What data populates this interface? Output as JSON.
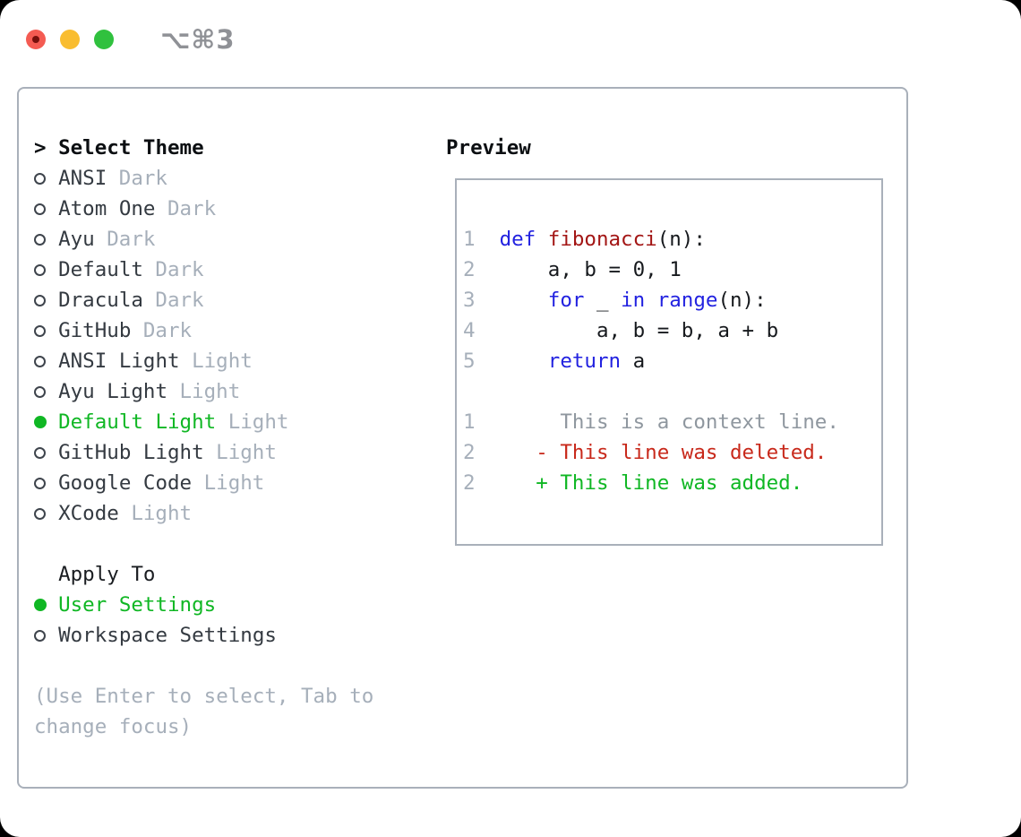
{
  "window": {
    "shortcut": "⌥⌘3"
  },
  "theme_menu": {
    "prompt": ">",
    "title": "Select Theme",
    "items": [
      {
        "name": "ANSI",
        "variant": "Dark",
        "selected": false
      },
      {
        "name": "Atom One",
        "variant": "Dark",
        "selected": false
      },
      {
        "name": "Ayu",
        "variant": "Dark",
        "selected": false
      },
      {
        "name": "Default",
        "variant": "Dark",
        "selected": false
      },
      {
        "name": "Dracula",
        "variant": "Dark",
        "selected": false
      },
      {
        "name": "GitHub",
        "variant": "Dark",
        "selected": false
      },
      {
        "name": "ANSI Light",
        "variant": "Light",
        "selected": false
      },
      {
        "name": "Ayu Light",
        "variant": "Light",
        "selected": false
      },
      {
        "name": "Default Light",
        "variant": "Light",
        "selected": true
      },
      {
        "name": "GitHub Light",
        "variant": "Light",
        "selected": false
      },
      {
        "name": "Google Code",
        "variant": "Light",
        "selected": false
      },
      {
        "name": "XCode",
        "variant": "Light",
        "selected": false
      }
    ]
  },
  "apply_to": {
    "title": "Apply To",
    "options": [
      {
        "label": "User Settings",
        "selected": true
      },
      {
        "label": "Workspace Settings",
        "selected": false
      }
    ]
  },
  "help": {
    "line1": "(Use Enter to select, Tab to",
    "line2": "change focus)"
  },
  "preview": {
    "title": "Preview",
    "lines": [
      {
        "num": "1",
        "seg": [
          {
            "t": "def",
            "c": "kw"
          },
          {
            "t": " ",
            "c": "tx"
          },
          {
            "t": "fibonacci",
            "c": "fn"
          },
          {
            "t": "(n):",
            "c": "tx"
          }
        ]
      },
      {
        "num": "2",
        "seg": [
          {
            "t": "    a, b = 0, 1",
            "c": "tx"
          }
        ]
      },
      {
        "num": "3",
        "seg": [
          {
            "t": "    ",
            "c": "tx"
          },
          {
            "t": "for",
            "c": "kw"
          },
          {
            "t": " _ ",
            "c": "tx"
          },
          {
            "t": "in",
            "c": "kw"
          },
          {
            "t": " ",
            "c": "tx"
          },
          {
            "t": "range",
            "c": "kw"
          },
          {
            "t": "(n):",
            "c": "tx"
          }
        ]
      },
      {
        "num": "4",
        "seg": [
          {
            "t": "        a, b = b, a + b",
            "c": "tx"
          }
        ]
      },
      {
        "num": "5",
        "seg": [
          {
            "t": "    ",
            "c": "tx"
          },
          {
            "t": "return",
            "c": "kw"
          },
          {
            "t": " a",
            "c": "tx"
          }
        ]
      },
      {
        "num": "",
        "seg": []
      },
      {
        "num": "1",
        "seg": [
          {
            "t": "     This is a context line.",
            "c": "ctx"
          }
        ]
      },
      {
        "num": "2",
        "seg": [
          {
            "t": "   ",
            "c": "tx"
          },
          {
            "t": "- This line was deleted.",
            "c": "del"
          }
        ]
      },
      {
        "num": "2",
        "seg": [
          {
            "t": "   ",
            "c": "tx"
          },
          {
            "t": "+ This line was added.",
            "c": "add"
          }
        ]
      }
    ]
  },
  "colors": {
    "accent_green": "#10b724",
    "keyword_blue": "#2222e0",
    "function_red": "#a31615",
    "diff_deleted_red": "#c8291b",
    "diff_added_green": "#10b724",
    "muted_gray": "#a6afba",
    "context_gray": "#8f979f",
    "border_gray": "#a9b0ba",
    "traffic_red": "#f45b52",
    "traffic_yellow": "#f9bd30",
    "traffic_green": "#30c13e"
  }
}
